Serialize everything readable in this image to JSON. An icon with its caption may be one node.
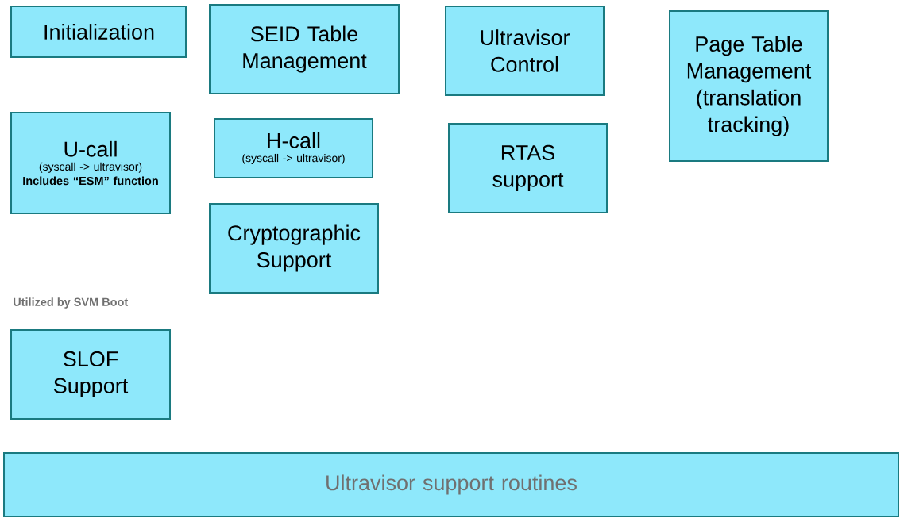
{
  "diagram": {
    "nodes": [
      {
        "text": [
          "Initialization"
        ]
      },
      {
        "text": [
          "SEID Table Management"
        ]
      },
      {
        "text": [
          "Ultravisor Control"
        ]
      },
      {
        "text": [
          "Page Table Management (translation tracking)"
        ]
      },
      {
        "text": [
          "U-call",
          "(syscall -> ultravisor)",
          "Includes “ESM” function"
        ]
      },
      {
        "text": [
          "H-call",
          "(syscall -> ultravisor)"
        ]
      },
      {
        "text": [
          "RTAS support"
        ]
      },
      {
        "text": [
          "Cryptographic Support"
        ]
      },
      {
        "text": [
          "SLOF Support"
        ]
      },
      {
        "text": [
          "Ultravisor support routines"
        ]
      }
    ],
    "labels": [
      "Utilized by SVM Boot"
    ]
  }
}
